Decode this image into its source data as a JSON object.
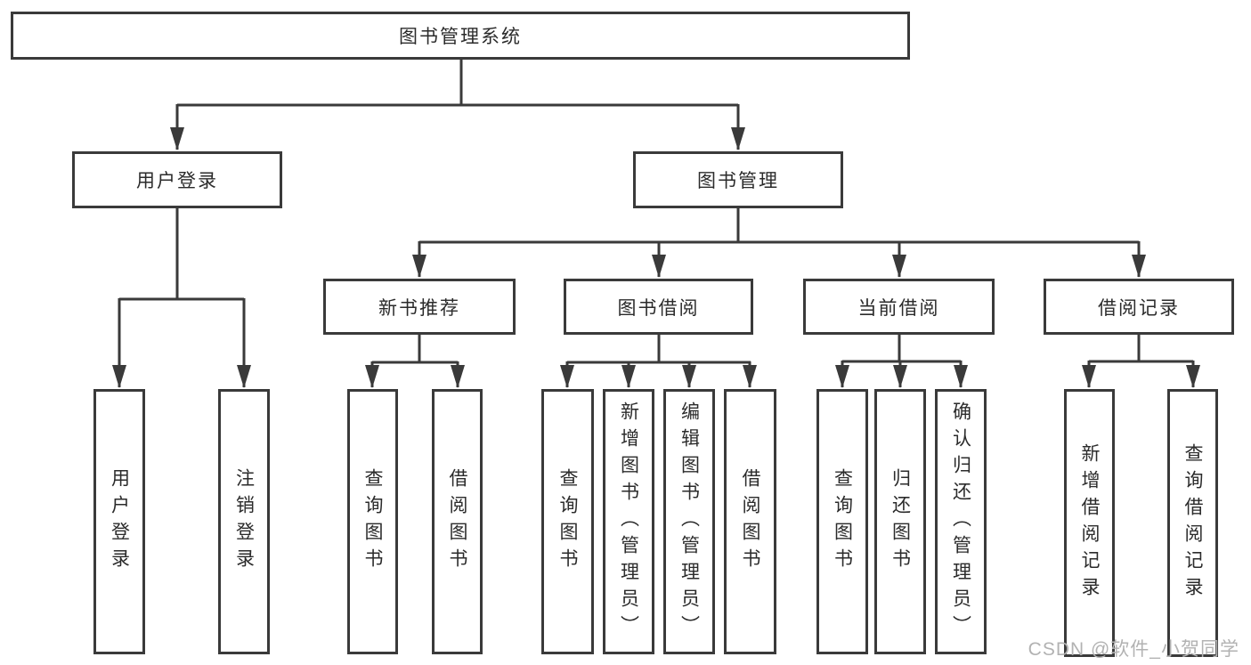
{
  "tree": {
    "root": {
      "label": "图书管理系统"
    },
    "level2": [
      {
        "parent": "图书管理系统",
        "label": "用户登录"
      },
      {
        "parent": "图书管理系统",
        "label": "图书管理"
      }
    ],
    "level3": [
      {
        "parent": "图书管理",
        "label": "新书推荐"
      },
      {
        "parent": "图书管理",
        "label": "图书借阅"
      },
      {
        "parent": "图书管理",
        "label": "当前借阅"
      },
      {
        "parent": "图书管理",
        "label": "借阅记录"
      }
    ],
    "leaves": [
      {
        "parent": "用户登录",
        "label": "用户登录"
      },
      {
        "parent": "用户登录",
        "label": "注销登录"
      },
      {
        "parent": "新书推荐",
        "label": "查询图书"
      },
      {
        "parent": "新书推荐",
        "label": "借阅图书"
      },
      {
        "parent": "图书借阅",
        "label": "查询图书"
      },
      {
        "parent": "图书借阅",
        "label": "新增图书（管理员）"
      },
      {
        "parent": "图书借阅",
        "label": "编辑图书（管理员）"
      },
      {
        "parent": "图书借阅",
        "label": "借阅图书"
      },
      {
        "parent": "当前借阅",
        "label": "查询图书"
      },
      {
        "parent": "当前借阅",
        "label": "归还图书"
      },
      {
        "parent": "当前借阅",
        "label": "确认归还（管理员）"
      },
      {
        "parent": "借阅记录",
        "label": "新增借阅记录"
      },
      {
        "parent": "借阅记录",
        "label": "查询借阅记录"
      }
    ]
  },
  "watermark": {
    "text": "CSDN @软件_小贺同学"
  },
  "colors": {
    "line": "#3a3a3a",
    "box_border": "#3a3a3a",
    "text": "#2b2b2b",
    "watermark": "#b2b2b2",
    "background": "#ffffff"
  }
}
